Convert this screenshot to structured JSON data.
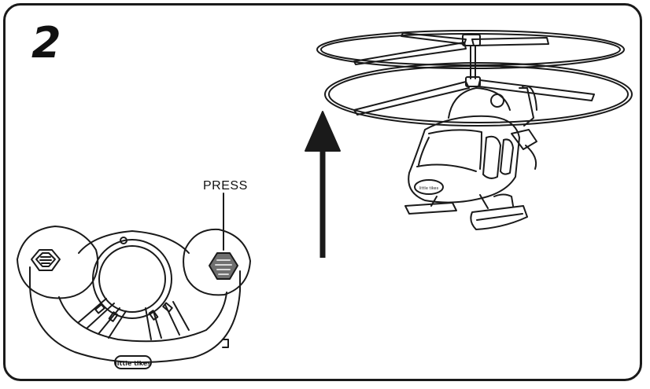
{
  "step_number": "2",
  "callout_label": "PRESS",
  "controller_logo_text": "little tikes",
  "helicopter_logo_text": "little tikes",
  "icons": [
    "remote-controller",
    "helicopter",
    "up-arrow"
  ],
  "colors": {
    "line": "#1a1a1a",
    "button_fill": "#6f6f6f",
    "background": "#ffffff"
  }
}
